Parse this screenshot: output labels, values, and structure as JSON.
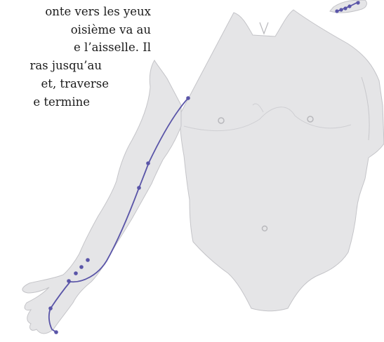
{
  "text_lines": [
    "onte vers les yeux",
    "oisième va au",
    "e l’aisselle. Il",
    "ras jusqu’au",
    "et, traverse",
    "e termine"
  ],
  "colors": {
    "body_fill": "#e5e5e7",
    "body_stroke": "#bfbfc3",
    "meridian_line": "#5a55a8",
    "point_fill": "#5a55a8"
  }
}
